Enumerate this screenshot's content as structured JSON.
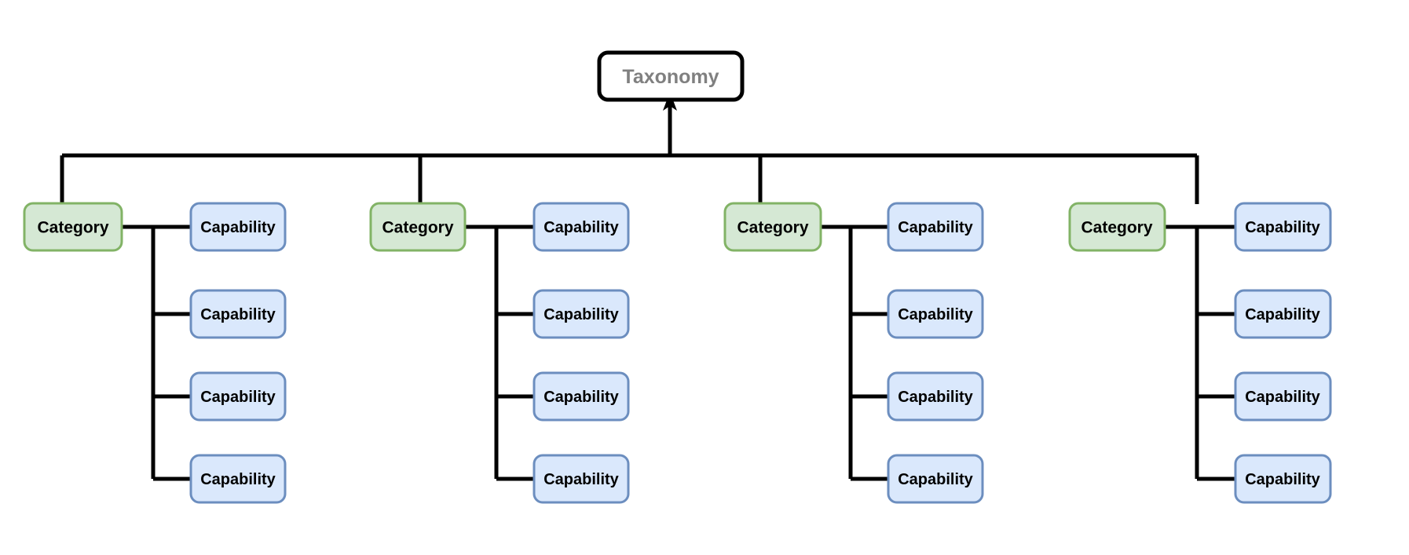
{
  "diagram": {
    "type": "tree-hierarchy",
    "title": "Taxonomy",
    "orientation": "top-down-then-right",
    "background_color": "#ffffff",
    "edge_color": "#000000",
    "root": {
      "label": "Taxonomy",
      "fill": "#ffffff",
      "stroke": "#000000",
      "text_color": "#808080"
    },
    "category_style": {
      "fill": "#d5e8d4",
      "stroke": "#82b366",
      "text_color": "#000000"
    },
    "capability_style": {
      "fill": "#dae8fc",
      "stroke": "#6c8ebf",
      "text_color": "#000000"
    },
    "branches": [
      {
        "category": {
          "label": "Category"
        },
        "capabilities": [
          {
            "label": "Capability"
          },
          {
            "label": "Capability"
          },
          {
            "label": "Capability"
          },
          {
            "label": "Capability"
          }
        ]
      },
      {
        "category": {
          "label": "Category"
        },
        "capabilities": [
          {
            "label": "Capability"
          },
          {
            "label": "Capability"
          },
          {
            "label": "Capability"
          },
          {
            "label": "Capability"
          }
        ]
      },
      {
        "category": {
          "label": "Category"
        },
        "capabilities": [
          {
            "label": "Capability"
          },
          {
            "label": "Capability"
          },
          {
            "label": "Capability"
          },
          {
            "label": "Capability"
          }
        ]
      },
      {
        "category": {
          "label": "Category"
        },
        "capabilities": [
          {
            "label": "Capability"
          },
          {
            "label": "Capability"
          },
          {
            "label": "Capability"
          },
          {
            "label": "Capability"
          }
        ]
      }
    ]
  }
}
